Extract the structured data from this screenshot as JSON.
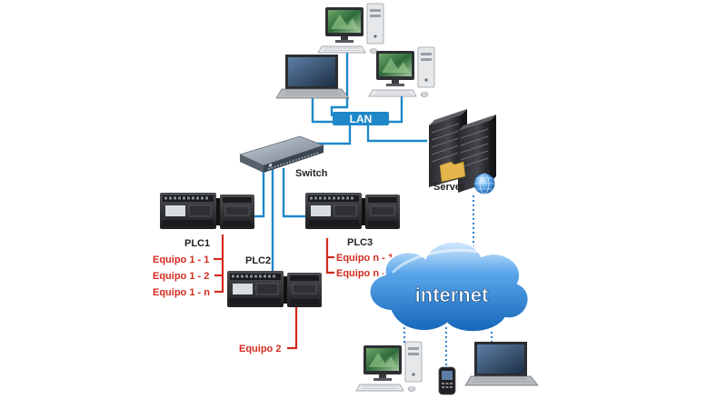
{
  "labels": {
    "lan": "LAN",
    "switch": "Switch",
    "server": "Server",
    "internet": "internet",
    "plc1": "PLC1",
    "plc2": "PLC2",
    "plc3": "PLC3",
    "equipo_1_1": "Equipo 1 - 1",
    "equipo_1_2": "Equipo 1 - 2",
    "equipo_1_n": "Equipo 1 - n",
    "equipo_2": "Equipo 2",
    "equipo_n_1": "Equipo n - 1",
    "equipo_n_2": "Equipo n - 2"
  },
  "colors": {
    "network_line": "#1e88c8",
    "device_line": "#d42a1e",
    "label_red": "#d42a1e",
    "cloud": "#2a7fd0",
    "lan_box": "#1e88c8"
  },
  "icons": {
    "desktop": "desktop-computer-icon",
    "laptop": "laptop-icon",
    "server": "server-rack-icon",
    "switch": "network-switch-icon",
    "plc": "plc-module-icon",
    "cloud": "internet-cloud-icon",
    "phone": "smartphone-icon",
    "globe": "globe-icon"
  }
}
